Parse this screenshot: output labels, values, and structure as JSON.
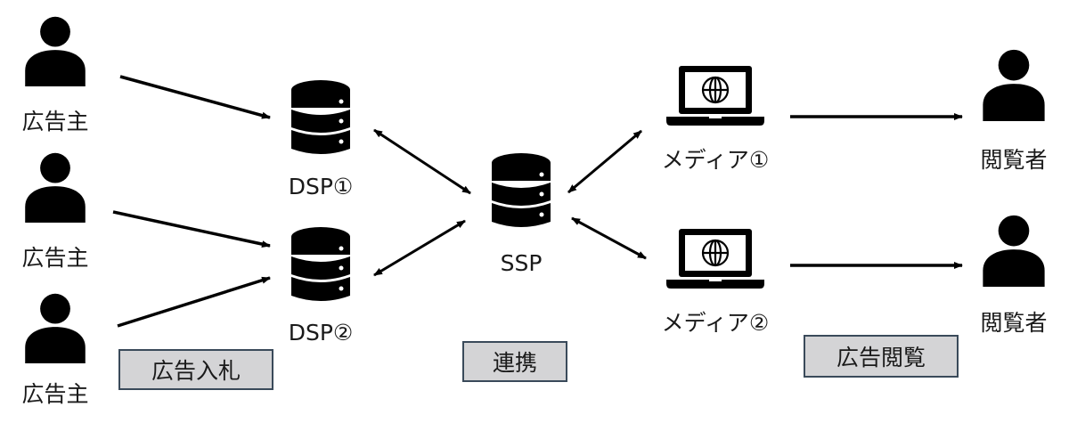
{
  "diagram": {
    "advertisers": [
      {
        "label": "広告主",
        "icon": "person-icon"
      },
      {
        "label": "広告主",
        "icon": "person-icon"
      },
      {
        "label": "広告主",
        "icon": "person-icon"
      }
    ],
    "dsps": [
      {
        "label": "DSP①",
        "icon": "database-icon"
      },
      {
        "label": "DSP②",
        "icon": "database-icon"
      }
    ],
    "ssp": {
      "label": "SSP",
      "icon": "database-icon"
    },
    "media": [
      {
        "label": "メディア①",
        "icon": "laptop-globe-icon"
      },
      {
        "label": "メディア②",
        "icon": "laptop-globe-icon"
      }
    ],
    "viewers": [
      {
        "label": "閲覧者",
        "icon": "person-icon"
      },
      {
        "label": "閲覧者",
        "icon": "person-icon"
      }
    ],
    "stage_boxes": {
      "bidding": "広告入札",
      "linkage": "連携",
      "viewing": "広告閲覧"
    },
    "connections": [
      {
        "from": "advertiser-1",
        "to": "dsp-1",
        "type": "one-way"
      },
      {
        "from": "advertiser-2",
        "to": "dsp-2",
        "type": "one-way"
      },
      {
        "from": "advertiser-3",
        "to": "dsp-2",
        "type": "one-way"
      },
      {
        "from": "dsp-1",
        "to": "ssp",
        "type": "two-way"
      },
      {
        "from": "dsp-2",
        "to": "ssp",
        "type": "two-way"
      },
      {
        "from": "ssp",
        "to": "media-1",
        "type": "two-way"
      },
      {
        "from": "ssp",
        "to": "media-2",
        "type": "two-way"
      },
      {
        "from": "media-1",
        "to": "viewer-1",
        "type": "one-way"
      },
      {
        "from": "media-2",
        "to": "viewer-2",
        "type": "one-way"
      }
    ]
  }
}
